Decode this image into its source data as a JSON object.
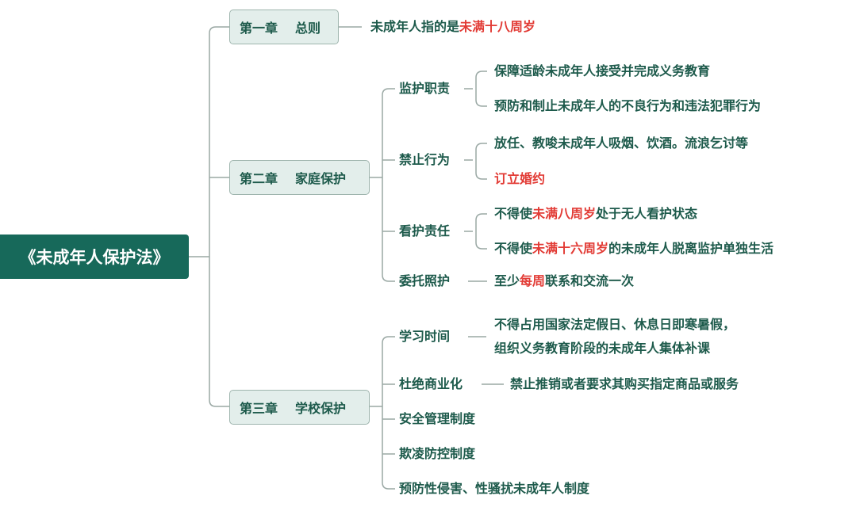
{
  "root": "《未成年人保护法》",
  "chapters": [
    {
      "num": "第一章",
      "name": "总则",
      "note": {
        "pre": "未成年人指的是",
        "hl": "未满十八周岁"
      }
    },
    {
      "num": "第二章",
      "name": "家庭保护",
      "items": [
        {
          "label": "监护职责",
          "details": [
            "保障适龄未成年人接受并完成义务教育",
            "预防和制止未成年人的不良行为和违法犯罪行为"
          ]
        },
        {
          "label": "禁止行为",
          "details": [
            "放任、教唆未成年人吸烟、饮酒。流浪乞讨等",
            "订立婚约"
          ]
        },
        {
          "label": "看护责任",
          "details": [
            {
              "pre": "不得使",
              "hl": "未满八周岁",
              "post": "处于无人看护状态"
            },
            {
              "pre": "不得使",
              "hl": "未满十六周岁",
              "post": "的未成年人脱离监护单独生活"
            }
          ]
        },
        {
          "label": "委托照护",
          "details": [
            {
              "pre": "至少",
              "hl": "每周",
              "post": "联系和交流一次"
            }
          ]
        }
      ]
    },
    {
      "num": "第三章",
      "name": "学校保护",
      "items": [
        {
          "label": "学习时间",
          "details": [
            "不得占用国家法定假日、休息日即寒暑假，",
            "组织义务教育阶段的未成年人集体补课"
          ]
        },
        {
          "label": "杜绝商业化",
          "details": [
            "禁止推销或者要求其购买指定商品或服务"
          ]
        },
        {
          "label": "安全管理制度"
        },
        {
          "label": "欺凌防控制度"
        },
        {
          "label": "预防性侵害、性骚扰未成年人制度"
        }
      ]
    }
  ],
  "colors": {
    "text": "#1d5a4b",
    "highlight": "#e23b35",
    "root_bg": "#17695a",
    "box_bg": "#e3eeeb"
  }
}
